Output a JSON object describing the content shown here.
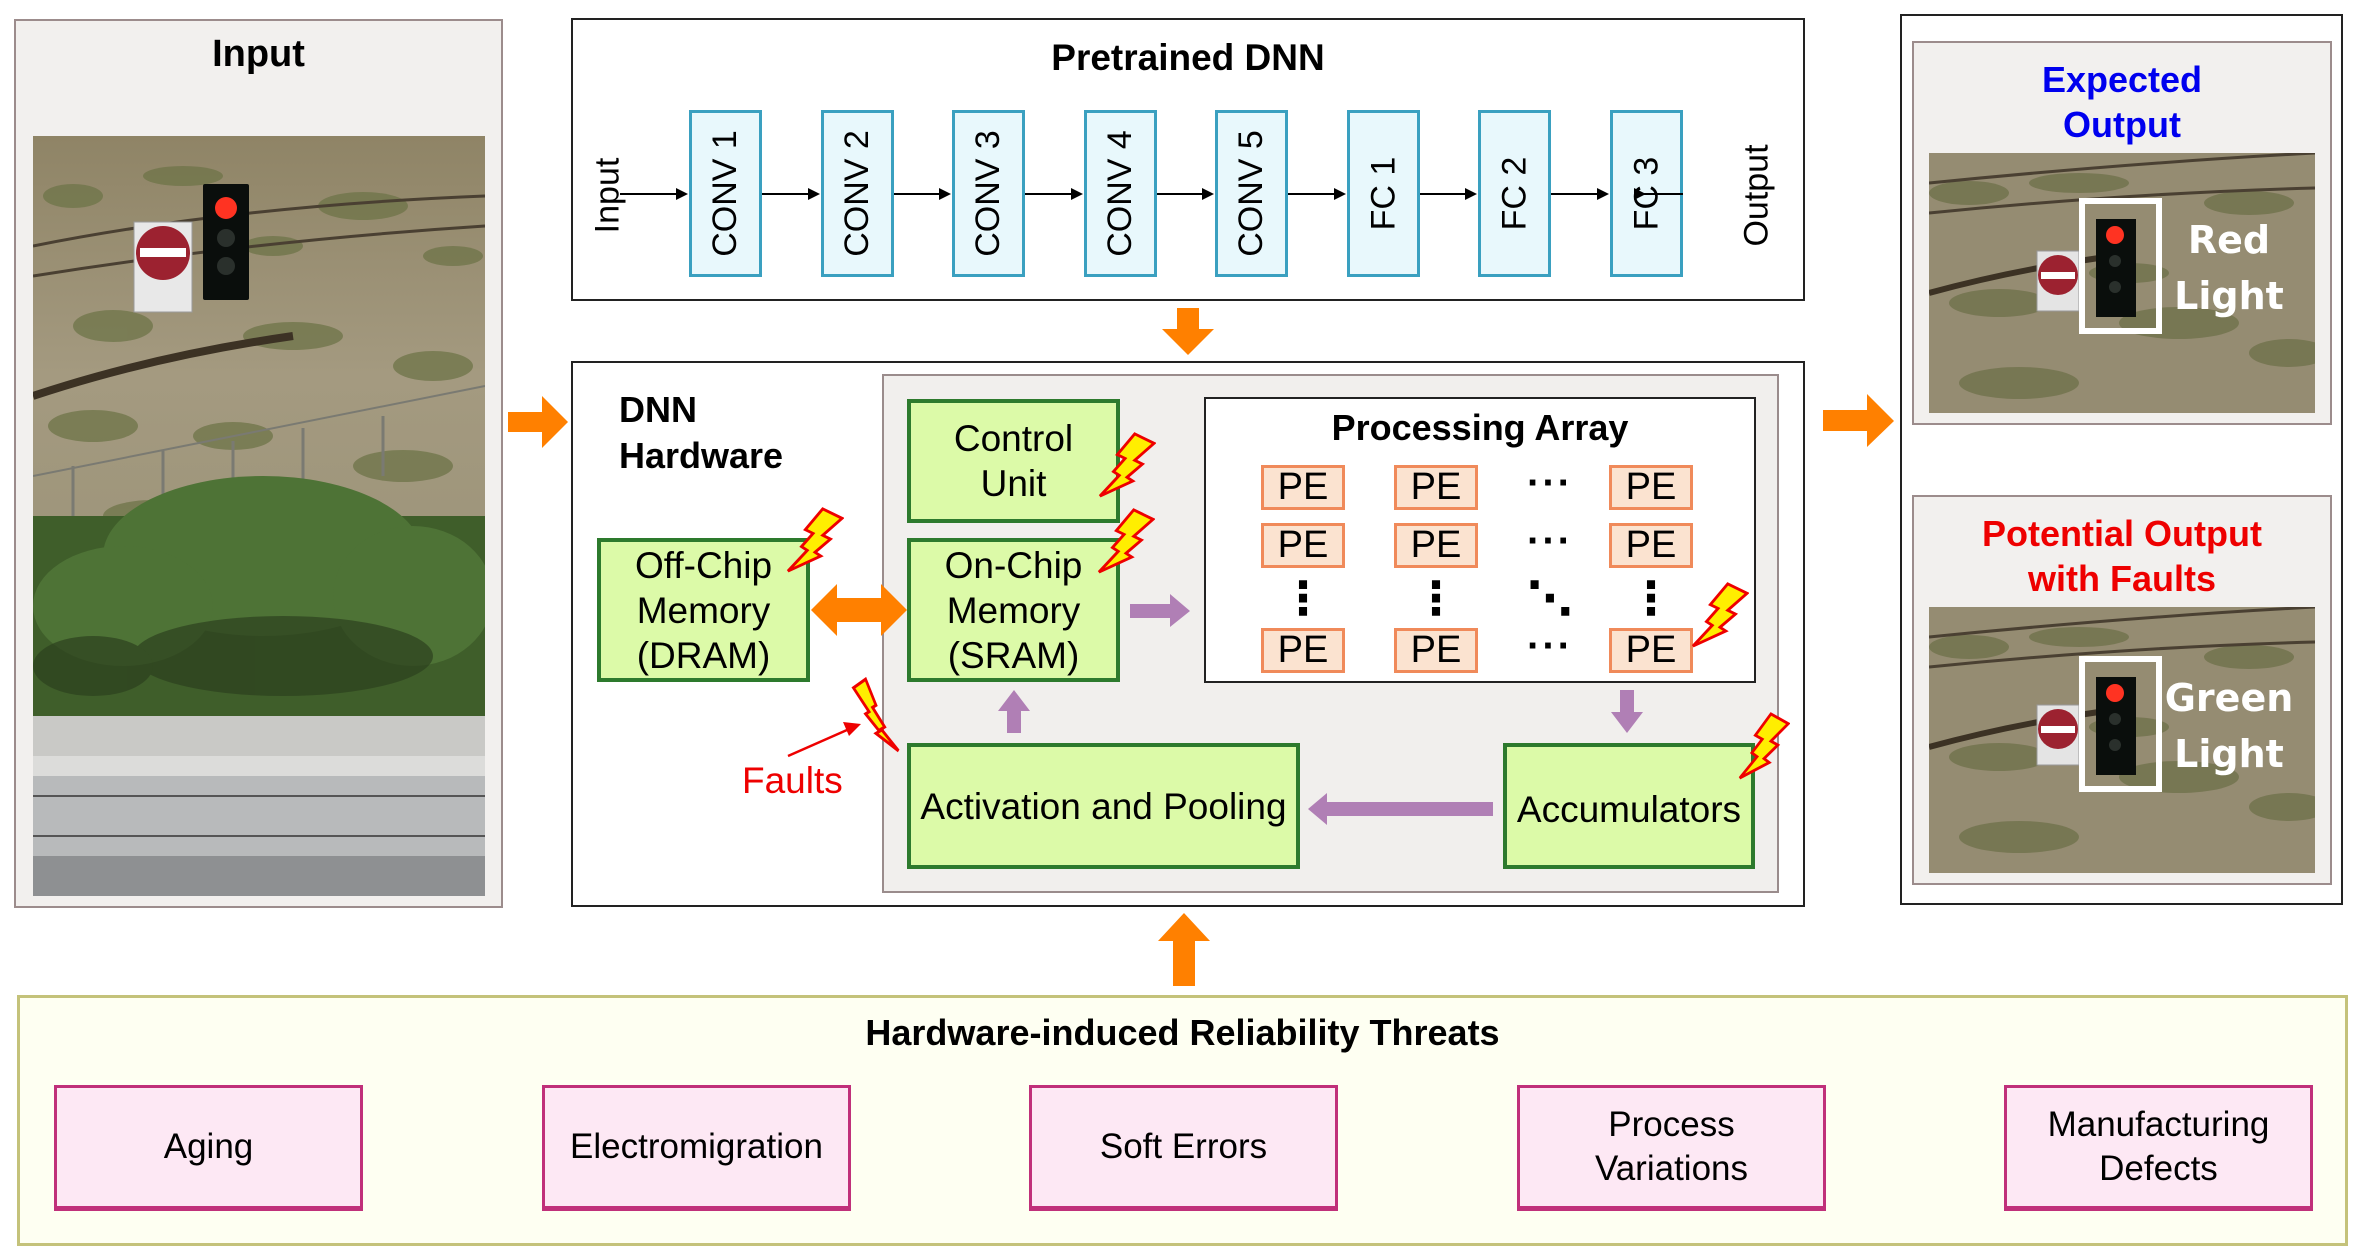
{
  "input_panel": {
    "title": "Input"
  },
  "pretrained_dnn": {
    "title": "Pretrained DNN",
    "input_label": "Input",
    "output_label": "Output",
    "layers": [
      "CONV 1",
      "CONV 2",
      "CONV 3",
      "CONV 4",
      "CONV 5",
      "FC 1",
      "FC 2",
      "FC 3"
    ]
  },
  "dnn_hardware": {
    "title_line1": "DNN",
    "title_line2": "Hardware",
    "control_unit": [
      "Control",
      "Unit"
    ],
    "off_chip_memory": [
      "Off-Chip",
      "Memory",
      "(DRAM)"
    ],
    "on_chip_memory": [
      "On-Chip",
      "Memory",
      "(SRAM)"
    ],
    "processing_array": {
      "title": "Processing Array",
      "pe_label": "PE",
      "ellipsis_h": "···",
      "ellipsis_v": "⋮",
      "ellipsis_d": "⋱"
    },
    "activation_pooling": "Activation and Pooling",
    "accumulators": "Accumulators",
    "faults_label": "Faults"
  },
  "outputs": {
    "expected": {
      "title_line1": "Expected",
      "title_line2": "Output",
      "label_line1": "Red",
      "label_line2": "Light",
      "title_color": "#0000ee"
    },
    "faulty": {
      "title_line1": "Potential Output",
      "title_line2": "with Faults",
      "label_line1": "Green",
      "label_line2": "Light",
      "title_color": "#ee0000"
    }
  },
  "threats": {
    "title": "Hardware-induced Reliability Threats",
    "items": [
      [
        "Aging"
      ],
      [
        "Electromigration"
      ],
      [
        "Soft Errors"
      ],
      [
        "Process",
        "Variations"
      ],
      [
        "Manufacturing",
        "Defects"
      ]
    ]
  },
  "colors": {
    "flow_arrow": "#ff8000",
    "data_arrow": "#b07fb5",
    "fault_bolt_fill": "#ffee00",
    "fault_bolt_stroke": "#ee0000",
    "fault_text": "#ee0000"
  }
}
